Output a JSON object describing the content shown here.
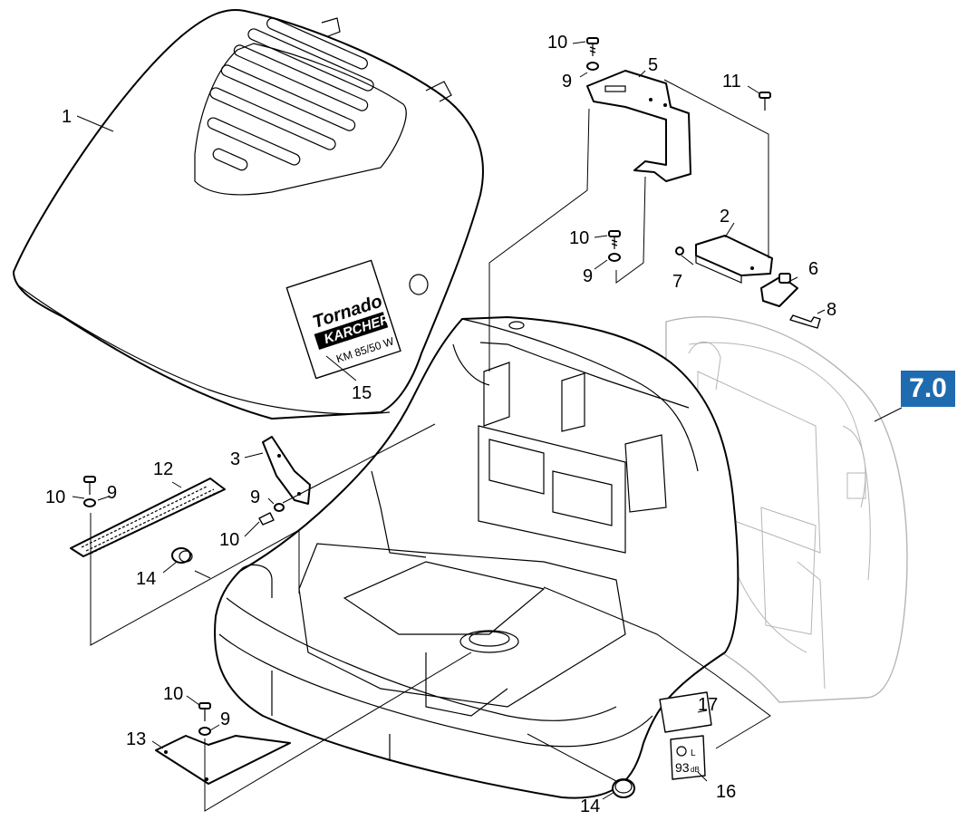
{
  "diagram": {
    "section_badge": "7.0",
    "colors": {
      "badge_background": "#1e6bb0",
      "badge_text": "#ffffff",
      "line": "#000000",
      "ghost_line": "#b5b5b5"
    },
    "callouts": [
      {
        "id": "c1",
        "label": "1"
      },
      {
        "id": "c2",
        "label": "2"
      },
      {
        "id": "c3",
        "label": "3"
      },
      {
        "id": "c5",
        "label": "5"
      },
      {
        "id": "c6",
        "label": "6"
      },
      {
        "id": "c7",
        "label": "7"
      },
      {
        "id": "c8",
        "label": "8"
      },
      {
        "id": "c9a",
        "label": "9"
      },
      {
        "id": "c9b",
        "label": "9"
      },
      {
        "id": "c9c",
        "label": "9"
      },
      {
        "id": "c9d",
        "label": "9"
      },
      {
        "id": "c9e",
        "label": "9"
      },
      {
        "id": "c10a",
        "label": "10"
      },
      {
        "id": "c10b",
        "label": "10"
      },
      {
        "id": "c10c",
        "label": "10"
      },
      {
        "id": "c10d",
        "label": "10"
      },
      {
        "id": "c10e",
        "label": "10"
      },
      {
        "id": "c11",
        "label": "11"
      },
      {
        "id": "c12",
        "label": "12"
      },
      {
        "id": "c13",
        "label": "13"
      },
      {
        "id": "c14a",
        "label": "14"
      },
      {
        "id": "c14b",
        "label": "14"
      },
      {
        "id": "c15",
        "label": "15"
      },
      {
        "id": "c16",
        "label": "16"
      },
      {
        "id": "c17",
        "label": "17"
      }
    ],
    "decal": {
      "line1": "Tornado",
      "line2": "KARCHER",
      "line3": "KM 85/50 W"
    },
    "noise_label": {
      "value": "93",
      "unit": "dB",
      "prefix": "L"
    }
  }
}
